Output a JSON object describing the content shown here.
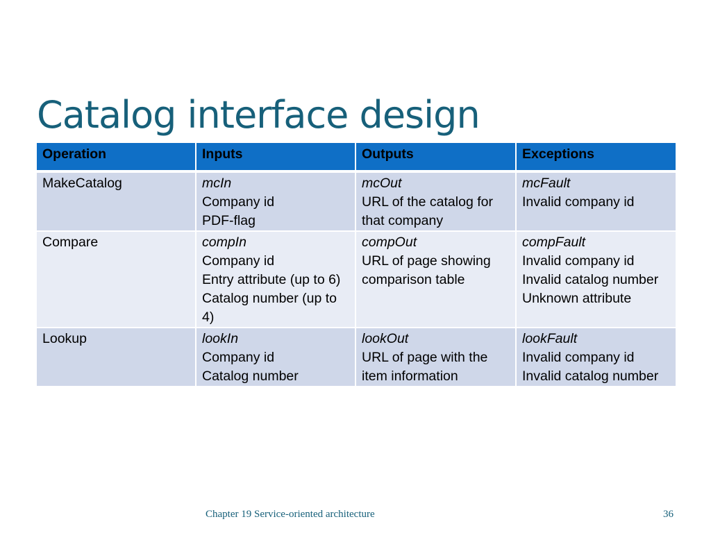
{
  "slide": {
    "title": "Catalog interface design",
    "footer": "Chapter 19 Service-oriented architecture",
    "page_number": "36",
    "colors": {
      "title": "#17607a",
      "header_fill": "#0f6fc6",
      "row_dark": "#cfd7e9",
      "row_light": "#e8ecf5"
    }
  },
  "table": {
    "headers": [
      "Operation",
      "Inputs",
      "Outputs",
      "Exceptions"
    ],
    "rows": [
      {
        "operation": "MakeCatalog",
        "inputs": {
          "name": "mcIn",
          "lines": [
            "Company id",
            "PDF-flag"
          ]
        },
        "outputs": {
          "name": "mcOut",
          "lines": [
            "URL of the catalog for that company"
          ]
        },
        "exceptions": {
          "name": "mcFault",
          "lines": [
            "Invalid company id"
          ]
        }
      },
      {
        "operation": "Compare",
        "inputs": {
          "name": "compIn",
          "lines": [
            "Company id",
            "Entry attribute (up to 6)",
            "Catalog number (up to 4)"
          ]
        },
        "outputs": {
          "name": "compOut",
          "lines": [
            "URL of page showing comparison table"
          ]
        },
        "exceptions": {
          "name": "compFault",
          "lines": [
            "Invalid company id",
            "Invalid catalog number",
            "Unknown attribute"
          ]
        }
      },
      {
        "operation": "Lookup",
        "inputs": {
          "name": "lookIn",
          "lines": [
            "Company id",
            "Catalog number"
          ]
        },
        "outputs": {
          "name": "lookOut",
          "lines": [
            "URL of page with the item information"
          ]
        },
        "exceptions": {
          "name": "lookFault",
          "lines": [
            "Invalid company id",
            "Invalid catalog number"
          ]
        }
      }
    ]
  }
}
